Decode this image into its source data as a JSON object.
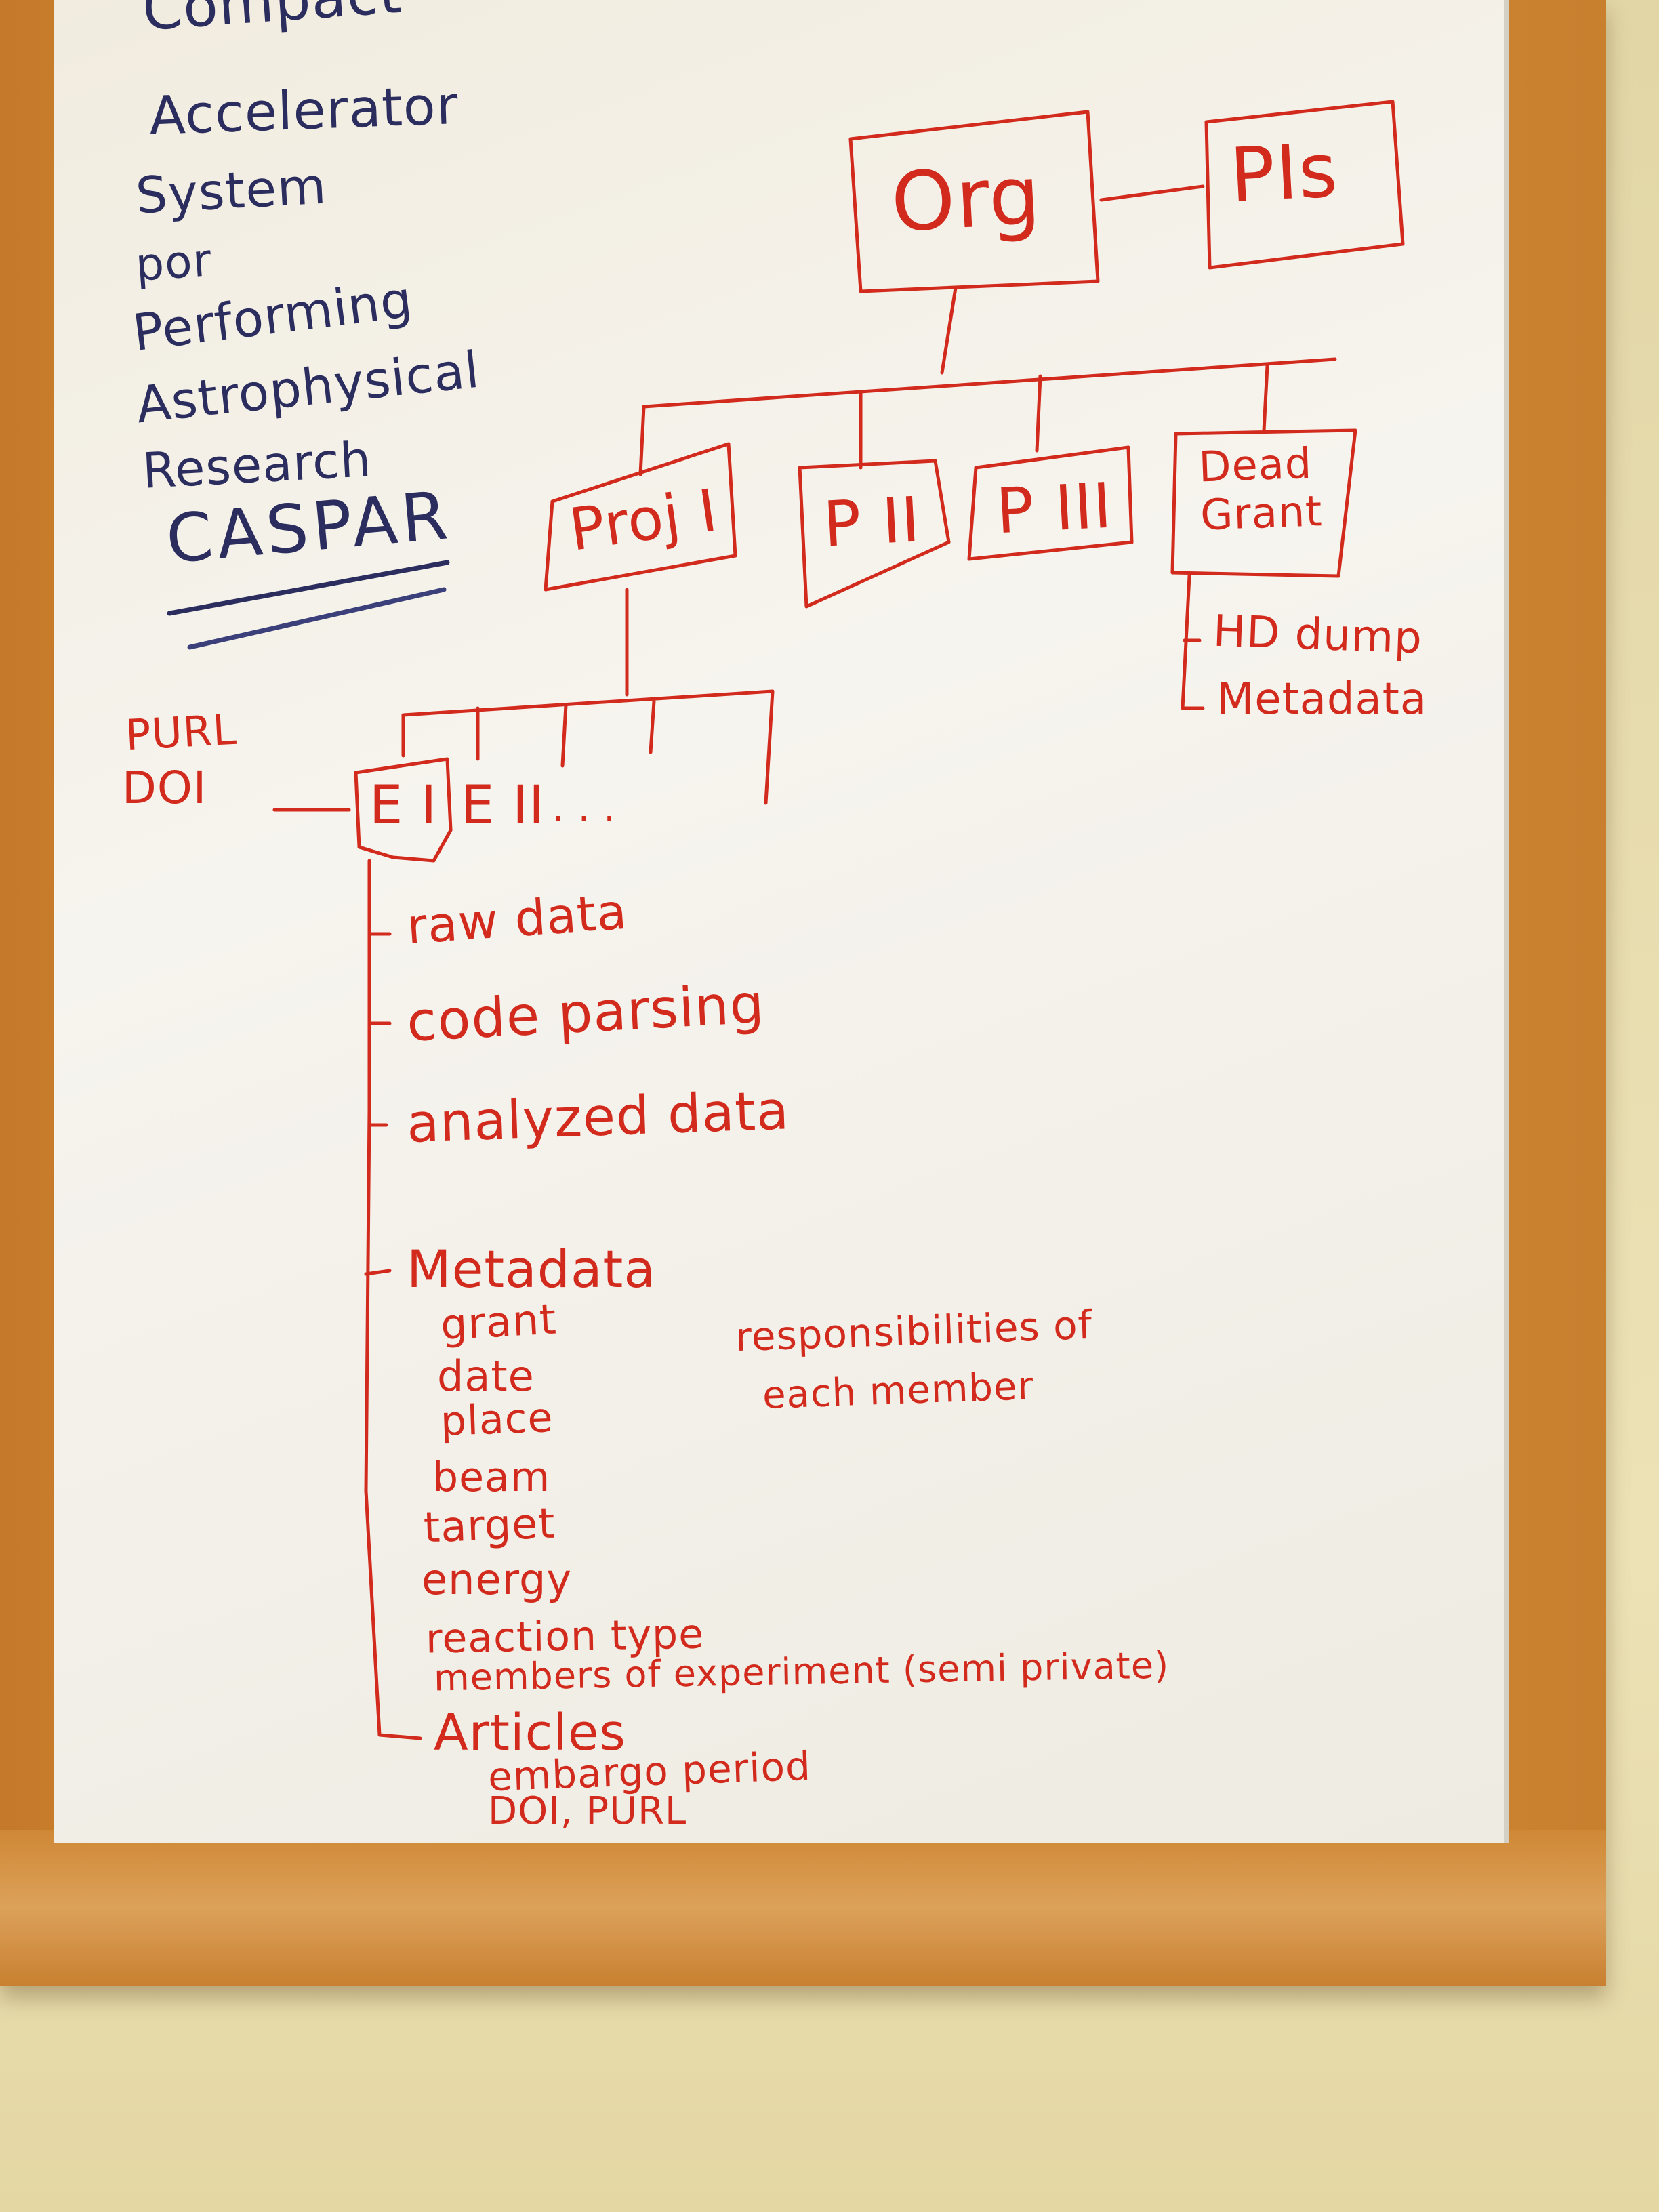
{
  "colors": {
    "marker_red": "#d22a1c",
    "marker_blue": "#2b2d5e",
    "board": "#f4f2ec",
    "frame_wood": "#d08a36"
  },
  "acronym_expansion": {
    "lines": [
      "Compact",
      "Accelerator",
      "System",
      "por",
      "Performing",
      "Astrophysical",
      "Research"
    ],
    "acronym": "CASPAR"
  },
  "org_tree": {
    "root": "Org",
    "pis": "PIs",
    "projects": [
      "Proj I",
      "P II",
      "P III",
      "Dead Grant"
    ],
    "dead_grant_items": [
      "HD dump",
      "Metadata"
    ]
  },
  "experiments": {
    "identifiers": [
      "PURL",
      "DOI"
    ],
    "nodes": [
      "E I",
      "E II",
      ". . ."
    ],
    "branches": [
      "raw data",
      "code parsing",
      "analyzed data",
      "Metadata",
      "Articles"
    ],
    "metadata_fields": [
      "grant",
      "date",
      "place",
      "beam",
      "target",
      "energy",
      "reaction type",
      "members of experiment (semi private)"
    ],
    "article_fields": [
      "embargo period",
      "DOI, PURL"
    ]
  },
  "note": [
    "responsibilities of",
    "each member"
  ]
}
